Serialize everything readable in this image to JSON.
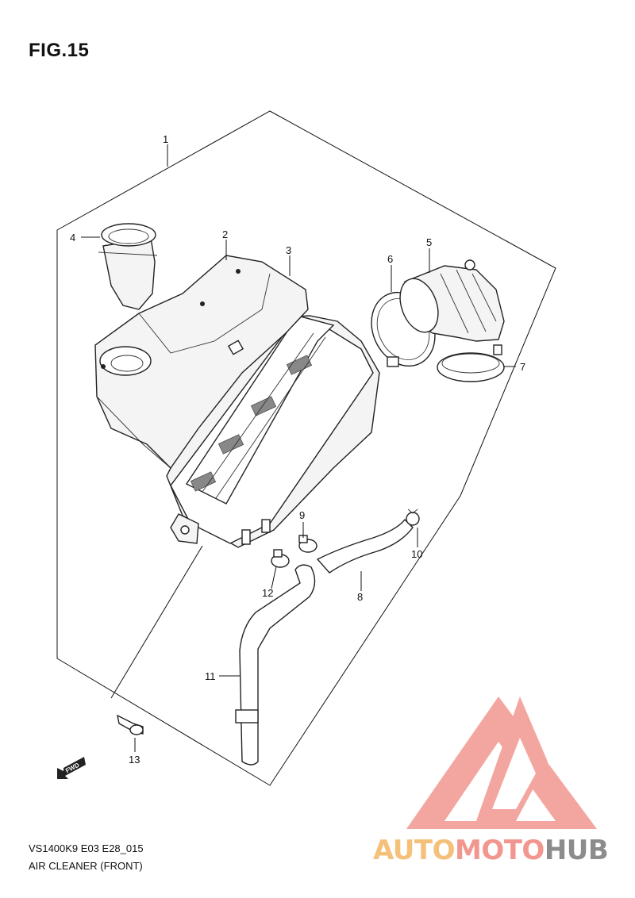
{
  "figure": {
    "title": "FIG.15",
    "caption_line1": "VS1400K9 E03 E28_015",
    "caption_line2": "AIR CLEANER (FRONT)"
  },
  "callouts": [
    "1",
    "2",
    "3",
    "4",
    "5",
    "6",
    "7",
    "8",
    "9",
    "10",
    "11",
    "12",
    "13"
  ],
  "fwd_label": "FWD",
  "watermark": {
    "part1": "AUTO",
    "part2": "MOTO",
    "part3": "HUB",
    "colors": {
      "auto": "#f5c07a",
      "moto": "#f2978f",
      "hub": "#8c8c8c",
      "logo": "#f2978f"
    }
  }
}
